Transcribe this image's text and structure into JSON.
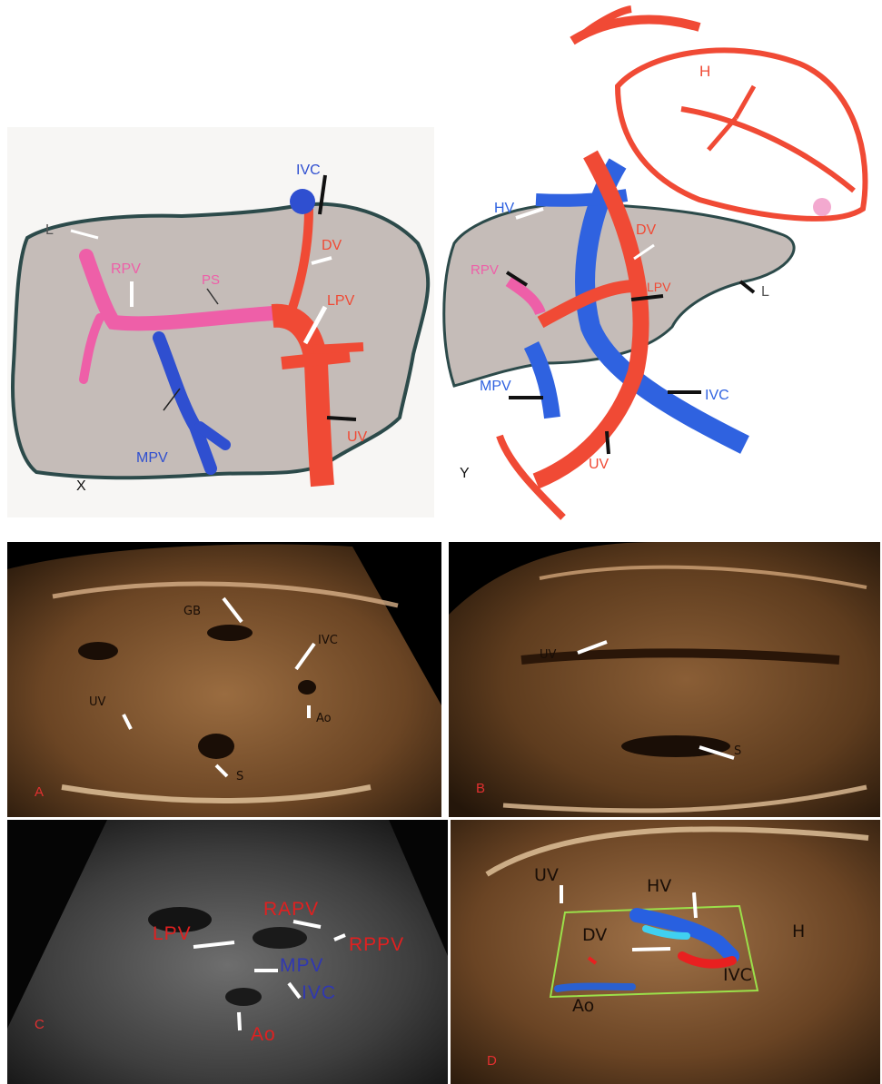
{
  "illustration_x": {
    "letter": "X",
    "labels": {
      "ivc": "IVC",
      "l": "L",
      "rpv": "RPV",
      "ps": "PS",
      "dv": "DV",
      "lpv": "LPV",
      "mpv": "MPV",
      "uv": "UV"
    }
  },
  "illustration_y": {
    "letter": "Y",
    "labels": {
      "h": "H",
      "hv": "HV",
      "dv": "DV",
      "rpv": "RPV",
      "lpv": "LPV",
      "l": "L",
      "mpv": "MPV",
      "ivc": "IVC",
      "uv": "UV"
    }
  },
  "panel_a": {
    "letter": "A",
    "labels": {
      "gb": "GB",
      "ivc": "IVC",
      "uv": "UV",
      "ao": "Ao",
      "s": "S"
    }
  },
  "panel_b": {
    "letter": "B",
    "labels": {
      "uv": "UV",
      "s": "S"
    }
  },
  "panel_c": {
    "letter": "C",
    "labels": {
      "rapv": "RAPV",
      "lpv": "LPV",
      "rppv": "RPPV",
      "mpv": "MPV",
      "ivc": "IVC",
      "ao": "Ao"
    }
  },
  "panel_d": {
    "letter": "D",
    "labels": {
      "uv": "UV",
      "hv": "HV",
      "h": "H",
      "dv": "DV",
      "ivc": "IVC",
      "ao": "Ao"
    }
  },
  "colors": {
    "artery_red": "#f04a35",
    "vein_blue": "#2f62e0",
    "portal_pink": "#ee5fa8",
    "liver_gray": "#c5bcb8",
    "outline": "#2c4a4a"
  }
}
